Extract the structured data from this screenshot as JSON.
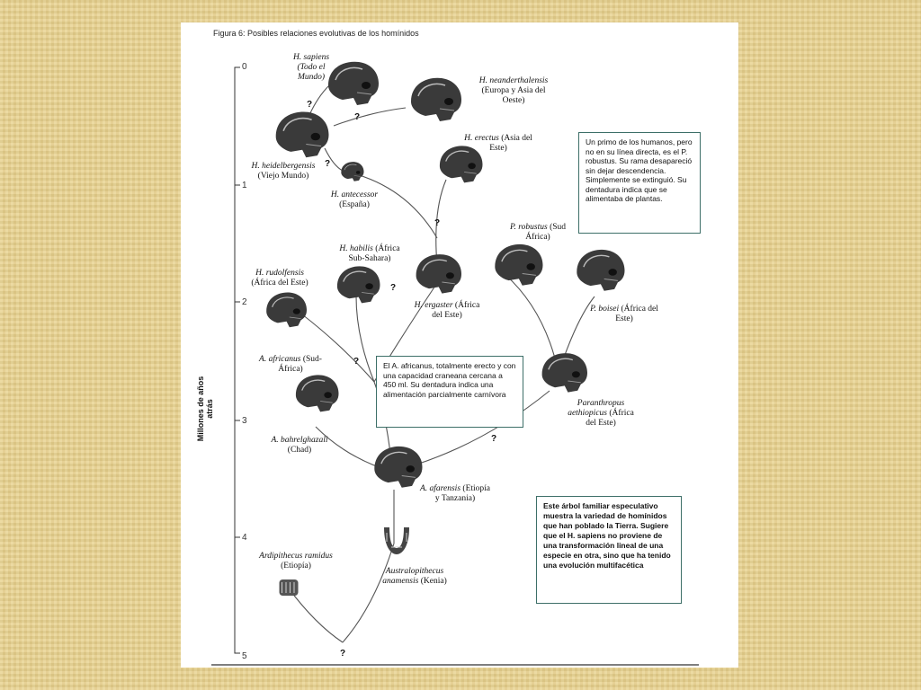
{
  "figure_title": "Figura 6: Posibles relaciones evolutivas de los homínidos",
  "axis": {
    "title": "Millones de años atrás",
    "ticks": [
      "0",
      "1",
      "2",
      "3",
      "4",
      "5"
    ]
  },
  "species": {
    "sapiens": {
      "name": "H. sapiens",
      "loc1": "(Todo el",
      "loc2": "Mundo)"
    },
    "neanderthalensis": {
      "name": "H. neanderthalensis",
      "loc1": "(Europa y Asia del",
      "loc2": "Oeste)"
    },
    "heidelbergensis": {
      "name": "H. heidelbergensis",
      "loc": "(Viejo Mundo)"
    },
    "antecessor": {
      "name": "H. antecessor",
      "loc": "(España)"
    },
    "erectus": {
      "name": "H. erectus",
      "loc1": "(Asia del",
      "loc2": "Este)"
    },
    "habilis": {
      "name": "H. habilis",
      "loc1": "(África",
      "loc2": "Sub-Sahara)"
    },
    "rudolfensis": {
      "name": "H. rudolfensis",
      "loc": "(África del Este)"
    },
    "ergaster": {
      "name": "H. ergaster",
      "loc1": "(África",
      "loc2": "del Este)"
    },
    "robustus": {
      "name": "P. robustus",
      "loc1": "(Sud",
      "loc2": "África)"
    },
    "boisei": {
      "name": "P. boisei",
      "loc1": "(África del",
      "loc2": "Este)"
    },
    "africanus": {
      "name": "A. africanus",
      "loc1": "(Sud-",
      "loc2": "África)"
    },
    "bahrelghazali": {
      "name": "A. bahrelghazali",
      "loc": "(Chad)"
    },
    "aethiopicus": {
      "name1": "Paranthropus",
      "name2": "aethiopicus",
      "loc1": "(África",
      "loc2": "del Este)"
    },
    "afarensis": {
      "name": "A. afarensis",
      "loc1": "(Etiopía",
      "loc2": "y Tanzania)"
    },
    "ramidus": {
      "name": "Ardipithecus ramidus",
      "loc": "(Etiopía)"
    },
    "anamensis": {
      "name1": "Australopithecus",
      "name2": "anamensis",
      "loc": "(Kenia)"
    }
  },
  "notes": {
    "robustus": "Un primo de los humanos, pero no en su línea directa, es el P. robustus. Su rama desapareció sin dejar descendencia. Simplemente se extinguió. Su dentadura indica que se alimentaba de plantas.",
    "africanus": "El A. africanus, totalmente erecto y con una capacidad craneana cercana a 450 ml. Su dentadura indica una alimentación parcialmente carnívora",
    "summary": "Este árbol familiar especulativo muestra la variedad de homínidos que han poblado la Tierra. Sugiere que el H. sapiens no proviene de una transformación lineal de una especie en otra, sino que ha tenido una evolución multifacética"
  },
  "question_mark": "?"
}
